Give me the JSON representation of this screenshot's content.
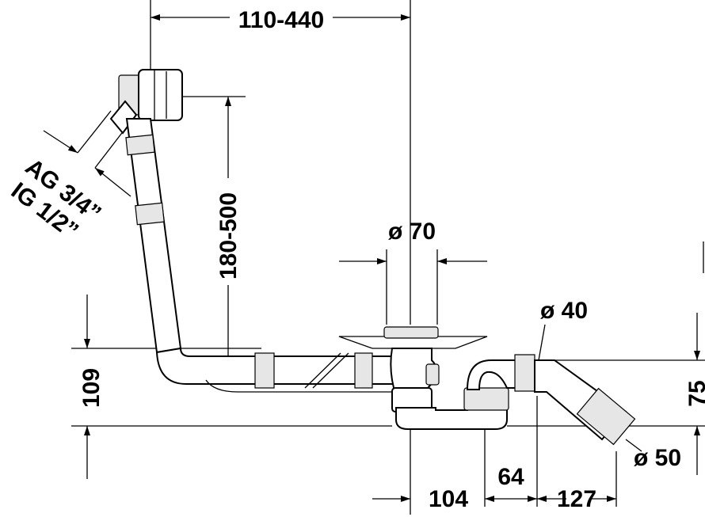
{
  "drawing": {
    "dims": {
      "length_range": "110-440",
      "height_range": "180-500",
      "thread_outer": "AG 3/4”",
      "thread_inner": "IG 1/2”",
      "drain_diameter": "ø 70",
      "outlet_diameter": "ø 40",
      "connection_diameter": "ø 50",
      "trap_height": "109",
      "outlet_height": "75",
      "offset_104": "104",
      "offset_64": "64",
      "offset_127": "127"
    }
  }
}
